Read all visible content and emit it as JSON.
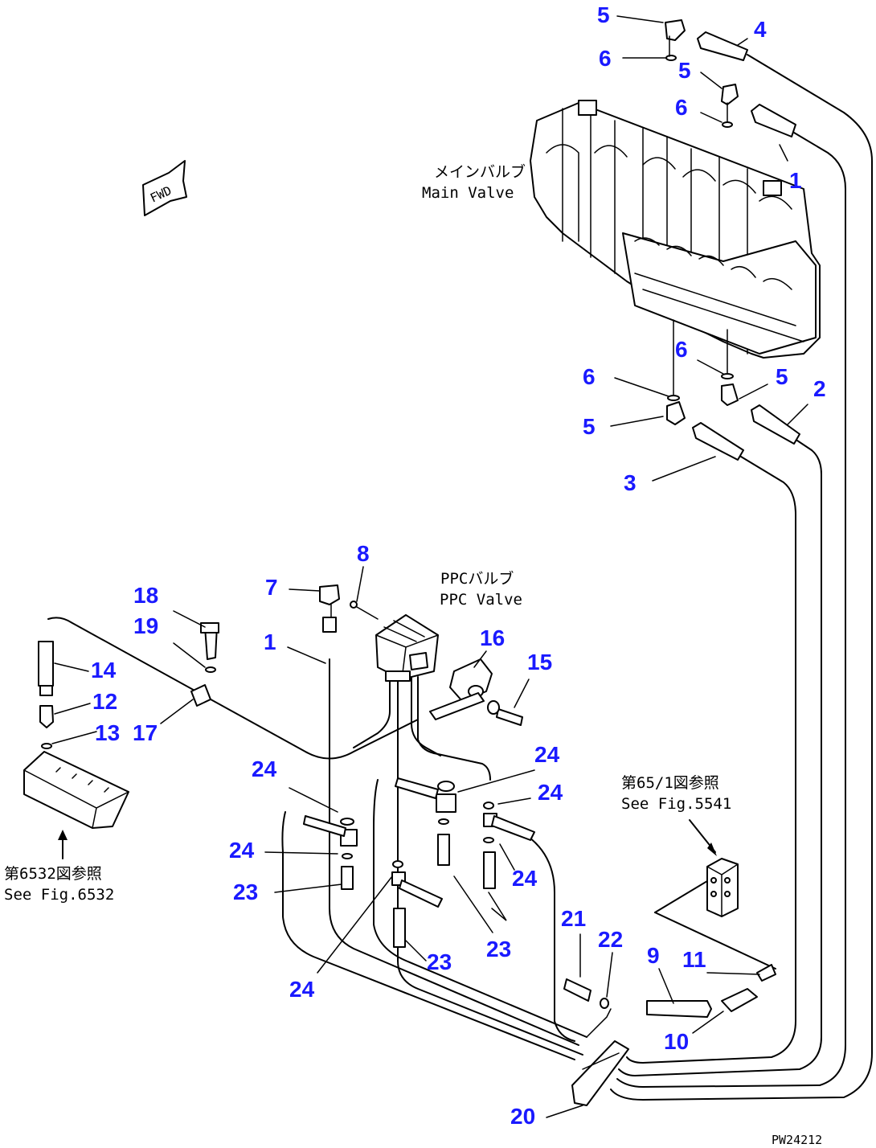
{
  "labels": {
    "main_valve_jp": "メインバルブ",
    "main_valve_en": "Main Valve",
    "ppc_valve_jp": "PPCバルブ",
    "ppc_valve_en": "PPC Valve",
    "ref_5541_jp": "第65/1図参照",
    "ref_5541_en": "See Fig.5541",
    "ref_6532_jp": "第6532図参照",
    "ref_6532_en": "See Fig.6532",
    "fwd": "FWD",
    "drawing_code": "PW24212"
  },
  "callouts": [
    "5",
    "4",
    "6",
    "5",
    "6",
    "1",
    "6",
    "6",
    "5",
    "2",
    "5",
    "3",
    "8",
    "7",
    "18",
    "19",
    "1",
    "16",
    "15",
    "14",
    "12",
    "13",
    "17",
    "24",
    "24",
    "24",
    "24",
    "24",
    "23",
    "23",
    "23",
    "24",
    "21",
    "22",
    "9",
    "11",
    "10",
    "20"
  ],
  "colors": {
    "callout": "#1a1aff",
    "line": "#000000"
  }
}
